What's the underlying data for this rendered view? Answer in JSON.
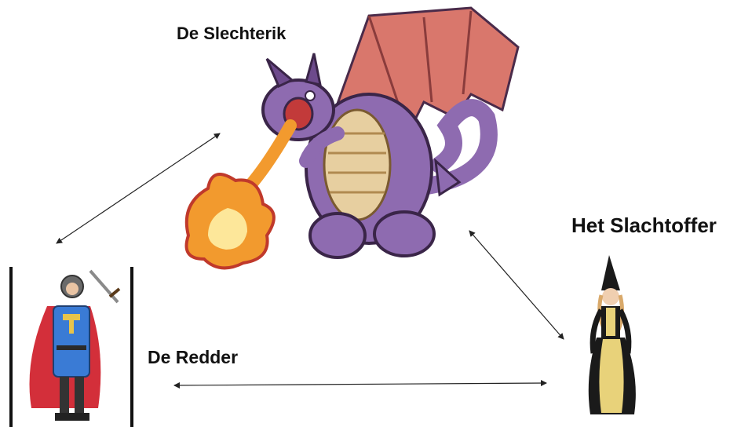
{
  "roles": {
    "villain": {
      "label": "De Slechterik",
      "figure": "dragon-illustration"
    },
    "victim": {
      "label": "Het Slachtoffer",
      "figure": "princess-girl-photo"
    },
    "rescuer": {
      "label": "De Redder",
      "figure": "knight-man-photo"
    }
  },
  "arrows": [
    {
      "from": "rescuer",
      "to": "villain",
      "style": "double-headed"
    },
    {
      "from": "villain",
      "to": "victim",
      "style": "double-headed"
    },
    {
      "from": "rescuer",
      "to": "victim",
      "style": "double-headed"
    }
  ],
  "colors": {
    "dragon": "#8e6bb0",
    "wing": "#d9776c",
    "belly": "#e7cfa0",
    "fire": "#f29a2e",
    "cape": "#d32f3a",
    "tunic": "#3a7bd5",
    "dress_gold": "#e8d27a",
    "dress_black": "#1a1a1a"
  }
}
